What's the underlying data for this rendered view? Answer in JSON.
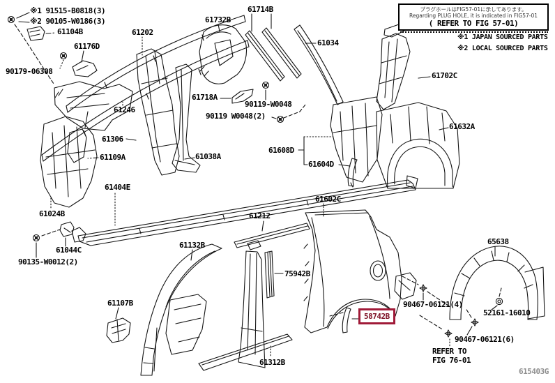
{
  "figure_code": "615403G",
  "note_box": {
    "jp": "プラグホールはFIG57-01に示してあります。",
    "en": "Regarding PLUG HOLE, it is indicated in FIG57-01",
    "ref": "( REFER TO FIG 57-01)"
  },
  "legend": {
    "line1": "※1 JAPAN SOURCED PARTS",
    "line2": "※2 LOCAL SOURCED PARTS"
  },
  "fastener_notes": {
    "note1": "※1 91515-B0818(3)",
    "note2": "※2 90105-W0186(3)"
  },
  "labels": {
    "n61104b": "61104B",
    "n90179": "90179-06308",
    "n61176d": "61176D",
    "n61202": "61202",
    "n61246": "61246",
    "n61306": "61306",
    "n61109a": "61109A",
    "n61038a": "61038A",
    "n61404e": "61404E",
    "n61024b": "61024B",
    "n61044c": "61044C",
    "n90135": "90135-W0012(2)",
    "n61107b": "61107B",
    "n61132b": "61132B",
    "n61212": "61212",
    "n75942b": "75942B",
    "n61312b": "61312B",
    "n61732b": "61732B",
    "n61714b": "61714B",
    "n61034": "61034",
    "n61718a": "61718A",
    "n90119": "90119-W0048",
    "n90119_2": "90119 W0048(2)",
    "n61602c": "61602C",
    "n61608d": "61608D",
    "n61604d": "61604D",
    "n61702c": "61702C",
    "n61632a": "61632A",
    "n65638": "65638",
    "n90467_4": "90467-06121(4)",
    "n52161": "52161-16010",
    "n90467_6": "90467-06121(6)"
  },
  "highlight": {
    "part_no": "58742B",
    "box_color": "#a01a38",
    "text_color": "#7e1026"
  },
  "fig_ref": {
    "line1": "REFER TO",
    "line2": "FIG 76-01"
  },
  "icons": {
    "bolt": "⊗",
    "screw_clip": "✳",
    "grommet": "◎"
  },
  "colors": {
    "line": "#141414",
    "background": "#ffffff",
    "figure_code": "#8e8e8e"
  }
}
